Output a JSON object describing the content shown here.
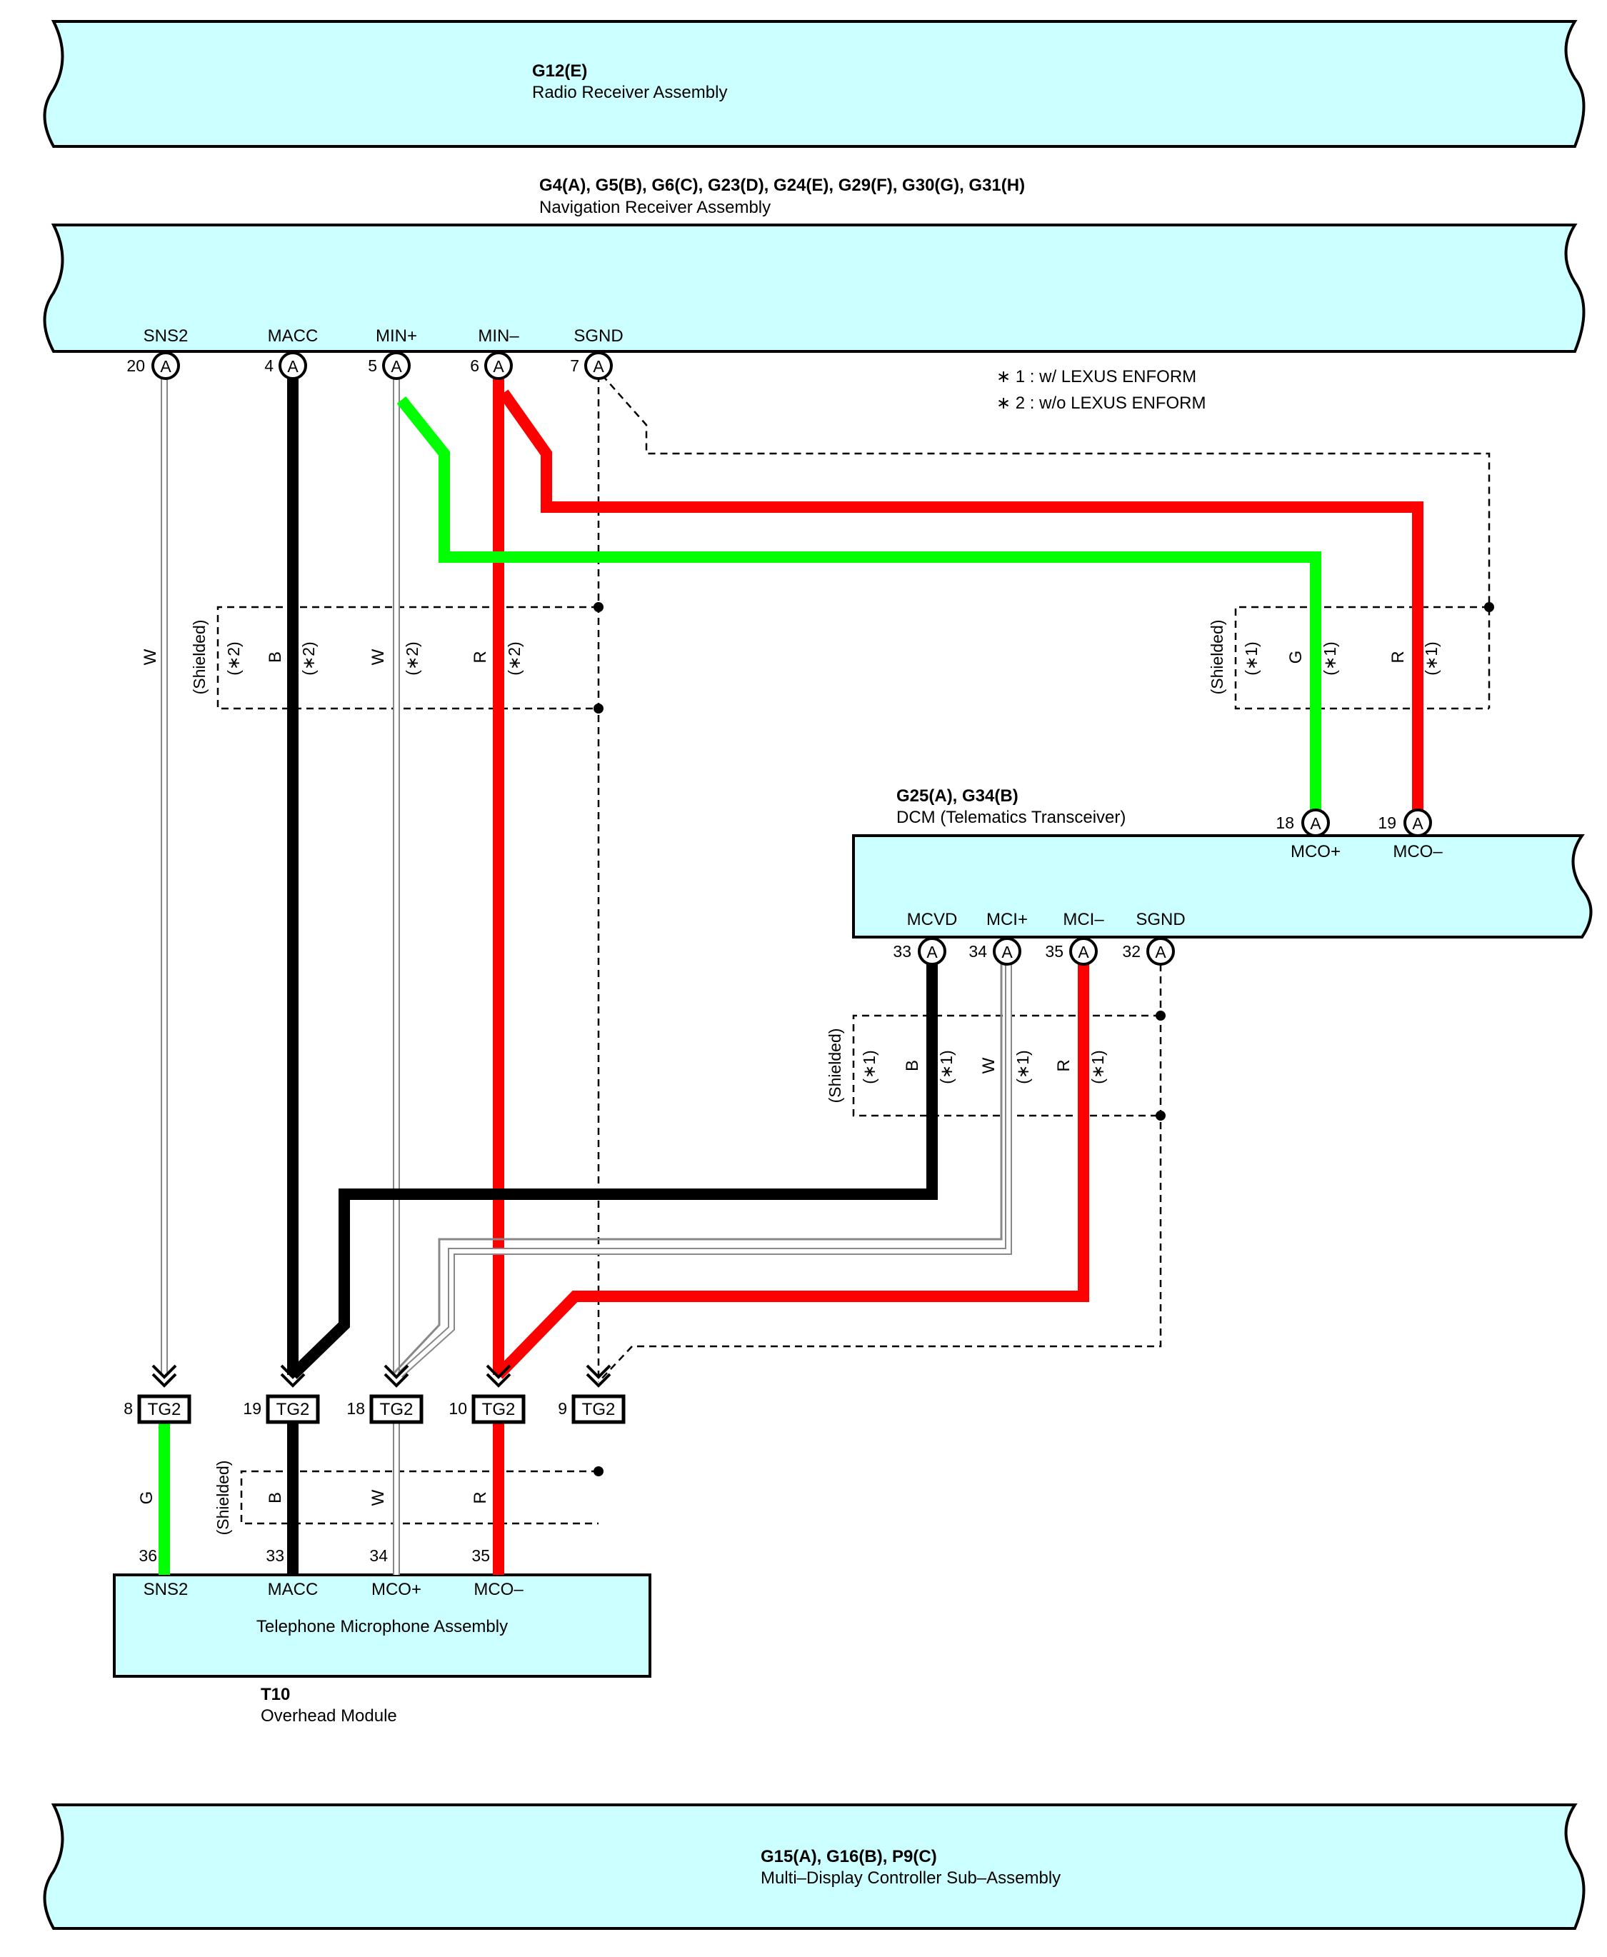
{
  "colors": {
    "component_fill": "#ccffff",
    "wire_red": "#ff0000",
    "wire_green": "#00ff00",
    "wire_black": "#000000",
    "wire_white_border": "#888888"
  },
  "components": {
    "radio": {
      "code": "G12(E)",
      "name": "Radio Receiver Assembly"
    },
    "nav": {
      "code": "G4(A), G5(B), G6(C), G23(D), G24(E), G29(F), G30(G), G31(H)",
      "name": "Navigation Receiver Assembly"
    },
    "dcm": {
      "code": "G25(A), G34(B)",
      "name": "DCM (Telematics Transceiver)"
    },
    "tel": {
      "name": "Telephone Microphone Assembly"
    },
    "overhead": {
      "code": "T10",
      "name": "Overhead Module"
    },
    "mdc": {
      "code": "G15(A), G16(B), P9(C)",
      "name": "Multi–Display Controller Sub–Assembly"
    }
  },
  "notes": {
    "n1": "∗ 1 : w/ LEXUS ENFORM",
    "n2": "∗ 2 : w/o LEXUS ENFORM"
  },
  "nav_pins": [
    {
      "name": "SNS2",
      "num": "20",
      "conn": "A"
    },
    {
      "name": "MACC",
      "num": "4",
      "conn": "A"
    },
    {
      "name": "MIN+",
      "num": "5",
      "conn": "A"
    },
    {
      "name": "MIN–",
      "num": "6",
      "conn": "A"
    },
    {
      "name": "SGND",
      "num": "7",
      "conn": "A"
    }
  ],
  "dcm_top_pins": [
    {
      "name": "MCO+",
      "num": "18",
      "conn": "A"
    },
    {
      "name": "MCO–",
      "num": "19",
      "conn": "A"
    }
  ],
  "dcm_bottom_pins": [
    {
      "name": "MCVD",
      "num": "33",
      "conn": "A"
    },
    {
      "name": "MCI+",
      "num": "34",
      "conn": "A"
    },
    {
      "name": "MCI–",
      "num": "35",
      "conn": "A"
    },
    {
      "name": "SGND",
      "num": "32",
      "conn": "A"
    }
  ],
  "tg2_connectors": [
    {
      "num": "8",
      "label": "TG2"
    },
    {
      "num": "19",
      "label": "TG2"
    },
    {
      "num": "18",
      "label": "TG2"
    },
    {
      "num": "10",
      "label": "TG2"
    },
    {
      "num": "9",
      "label": "TG2"
    }
  ],
  "tel_pins": [
    {
      "name": "SNS2",
      "num": "36"
    },
    {
      "name": "MACC",
      "num": "33"
    },
    {
      "name": "MCO+",
      "num": "34"
    },
    {
      "name": "MCO–",
      "num": "35"
    }
  ],
  "shields": {
    "label": "(Shielded)",
    "nav_left": {
      "wires": [
        "B",
        "W",
        "R"
      ],
      "notes": [
        "(∗2)",
        "(∗2)",
        "(∗2)",
        "(∗2)"
      ]
    },
    "nav_right": {
      "wires": [
        "G",
        "R"
      ],
      "notes": [
        "(∗1)",
        "(∗1)",
        "(∗1)"
      ]
    },
    "dcm": {
      "wires": [
        "B",
        "W",
        "R"
      ],
      "notes": [
        "(∗1)",
        "(∗1)",
        "(∗1)",
        "(∗1)"
      ]
    },
    "tel": {
      "wires": [
        "B",
        "W",
        "R"
      ]
    }
  },
  "wire_colors": {
    "sns2_upper": "W",
    "sns2_lower": "G"
  }
}
